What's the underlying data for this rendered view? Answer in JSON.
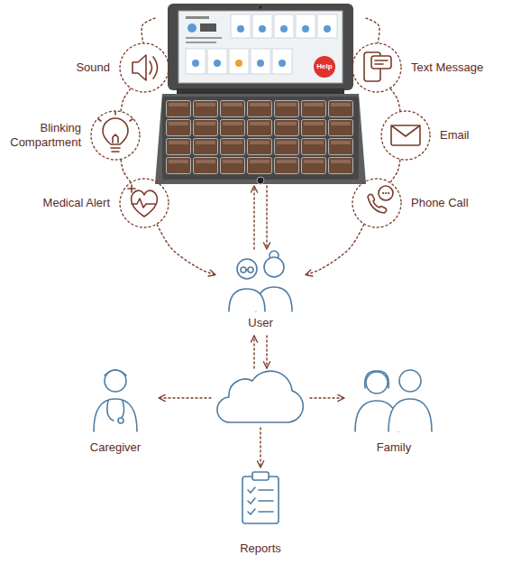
{
  "diagram": {
    "nodes": [
      {
        "text": [
          "Help"
        ]
      },
      {
        "text": [
          "Sound"
        ]
      },
      {
        "text": [
          "Blinking Compartment"
        ]
      },
      {
        "text": [
          "Medical Alert"
        ]
      },
      {
        "text": [
          "Text Message"
        ]
      },
      {
        "text": [
          "Email"
        ]
      },
      {
        "text": [
          "Phone Call"
        ]
      },
      {
        "text": [
          "User"
        ]
      },
      {
        "text": []
      },
      {
        "text": [
          "Caregiver"
        ]
      },
      {
        "text": [
          "Family"
        ]
      },
      {
        "text": [
          "Reports"
        ]
      }
    ],
    "edges": [
      {
        "from": 0,
        "to": 1,
        "arrow": "none"
      },
      {
        "from": 1,
        "to": 2,
        "arrow": "none"
      },
      {
        "from": 2,
        "to": 3,
        "arrow": "none"
      },
      {
        "from": 3,
        "to": 7,
        "arrow": "to"
      },
      {
        "from": 0,
        "to": 4,
        "arrow": "none"
      },
      {
        "from": 4,
        "to": 5,
        "arrow": "none"
      },
      {
        "from": 5,
        "to": 6,
        "arrow": "none"
      },
      {
        "from": 6,
        "to": 7,
        "arrow": "to"
      },
      {
        "from": 7,
        "to": 0,
        "arrow": "to"
      },
      {
        "from": 0,
        "to": 7,
        "arrow": "to"
      },
      {
        "from": 8,
        "to": 7,
        "arrow": "to"
      },
      {
        "from": 7,
        "to": 8,
        "arrow": "to"
      },
      {
        "from": 8,
        "to": 9,
        "arrow": "to"
      },
      {
        "from": 8,
        "to": 10,
        "arrow": "to"
      },
      {
        "from": 8,
        "to": 11,
        "arrow": "to"
      }
    ]
  }
}
